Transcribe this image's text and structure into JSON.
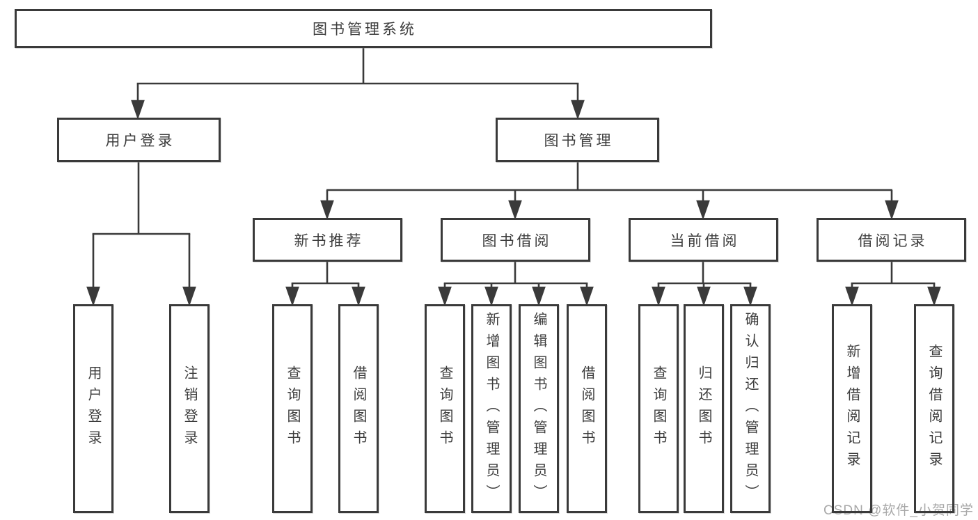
{
  "tree": {
    "root": "图书管理系统",
    "branches": [
      {
        "label": "用户登录",
        "leaves": [
          "用户登录",
          "注销登录"
        ]
      },
      {
        "label": "图书管理",
        "children": [
          {
            "label": "新书推荐",
            "leaves": [
              "查询图书",
              "借阅图书"
            ]
          },
          {
            "label": "图书借阅",
            "leaves": [
              "查询图书",
              "新增图书（管理员）",
              "编辑图书（管理员）",
              "借阅图书"
            ]
          },
          {
            "label": "当前借阅",
            "leaves": [
              "查询图书",
              "归还图书",
              "确认归还（管理员）"
            ]
          },
          {
            "label": "借阅记录",
            "leaves": [
              "新增借阅记录",
              "查询借阅记录"
            ]
          }
        ]
      }
    ]
  },
  "watermark": {
    "text": "CSDN @软件_小贺同学"
  },
  "colors": {
    "line": "#3a3a3a",
    "box_border": "#3a3a3a",
    "box_text": "#3d3d3d",
    "background": "#ffffff",
    "watermark": "#a8a8a8"
  }
}
